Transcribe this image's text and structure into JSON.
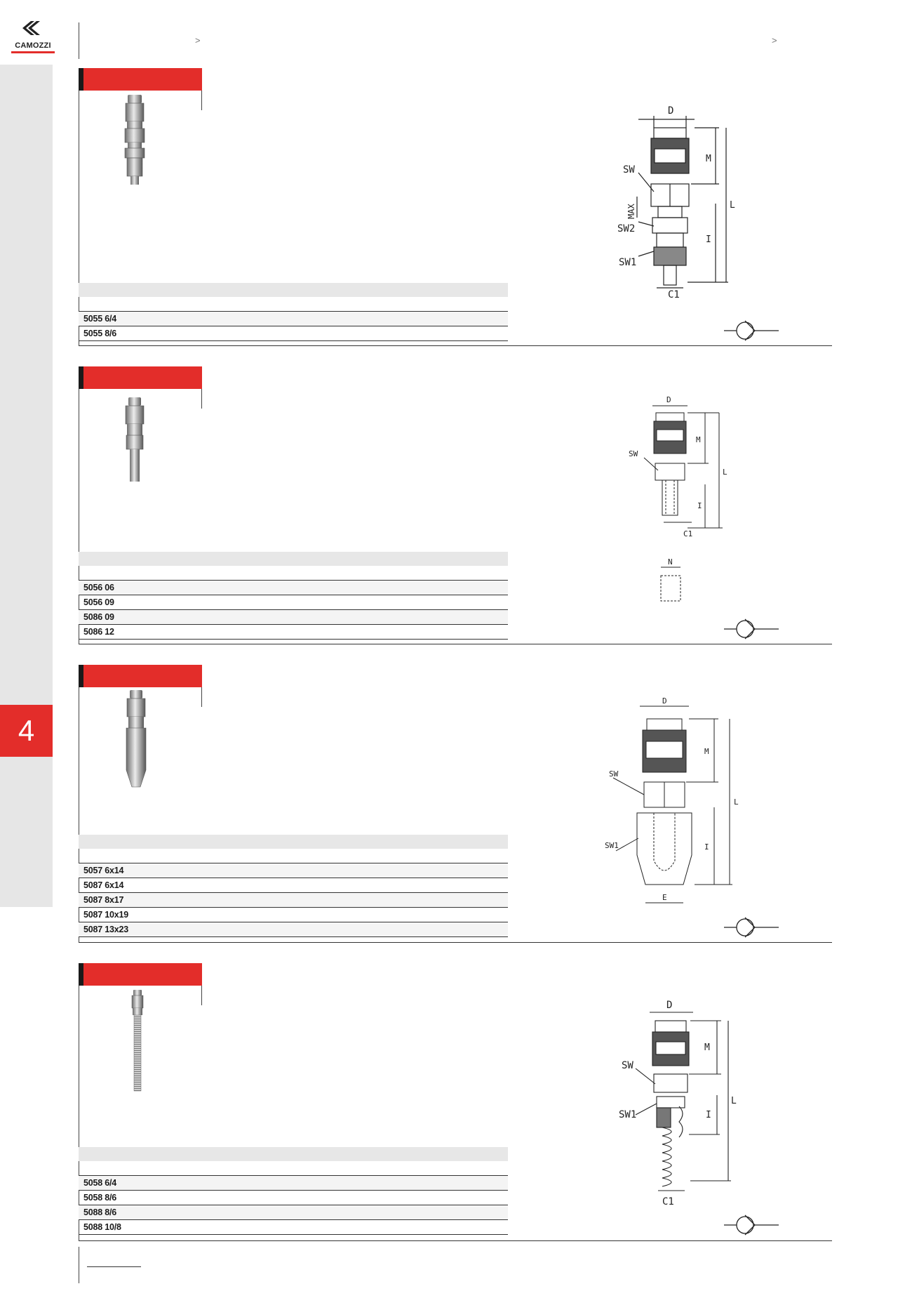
{
  "brand": {
    "name": "CAMOZZI",
    "accent": "#e32d2a"
  },
  "breadcrumb": {
    "left_arrow": ">",
    "right_arrow": ">"
  },
  "chapter": {
    "number": "4"
  },
  "sections": [
    {
      "codes": [
        "5055 6/4",
        "5055 8/6"
      ],
      "dims": {
        "d": "D",
        "m": "M",
        "l": "L",
        "i": "I",
        "sw": "SW",
        "sw1": "SW1",
        "sw2": "SW2",
        "c1": "C1",
        "max": "MAX"
      }
    },
    {
      "codes": [
        "5056 06",
        "5056 09",
        "5086 09",
        "5086 12"
      ],
      "dims": {
        "d": "D",
        "m": "M",
        "l": "L",
        "i": "I",
        "sw": "SW",
        "c1": "C1",
        "n": "N"
      }
    },
    {
      "codes": [
        "5057 6x14",
        "5087 6x14",
        "5087 8x17",
        "5087 10x19",
        "5087 13x23"
      ],
      "dims": {
        "d": "D",
        "m": "M",
        "l": "L",
        "i": "I",
        "sw": "SW",
        "sw1": "SW1",
        "e": "E"
      }
    },
    {
      "codes": [
        "5058 6/4",
        "5058 8/6",
        "5088 8/6",
        "5088 10/8"
      ],
      "dims": {
        "d": "D",
        "m": "M",
        "l": "L",
        "i": "I",
        "sw": "SW",
        "sw1": "SW1",
        "c1": "C1"
      }
    }
  ],
  "symbol_icon": "check-valve-icon"
}
